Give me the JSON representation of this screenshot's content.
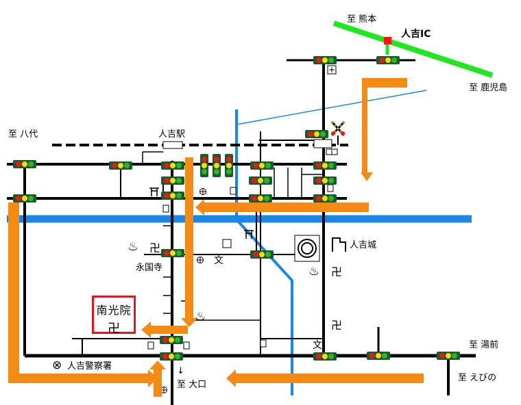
{
  "labels": {
    "to_kumamoto": "至 熊本",
    "ic": "人吉IC",
    "to_kagoshima": "至 鹿児島",
    "to_yatsushiro": "至 八代",
    "station": "人吉駅",
    "castle": "人吉城",
    "eikokuji": "永国寺",
    "police": "人吉警察署",
    "to_yunomae": "至 湯前",
    "to_ebino": "至 えびの",
    "to_okuchi": "至 大口",
    "down_arrow": "↓",
    "destination": "南光院"
  },
  "symbols": {
    "manji": "卍",
    "onsen": "♨",
    "school": "文",
    "police_mark": "⊗"
  },
  "colors": {
    "route": "#f28a13",
    "river": "#1a86e8",
    "expressway": "#22e622",
    "ic_marker": "#ff1111",
    "destination_border": "#e8141c",
    "signal_red": "#e31b1b",
    "signal_yellow": "#f5dd10",
    "signal_green": "#2bb52b"
  }
}
